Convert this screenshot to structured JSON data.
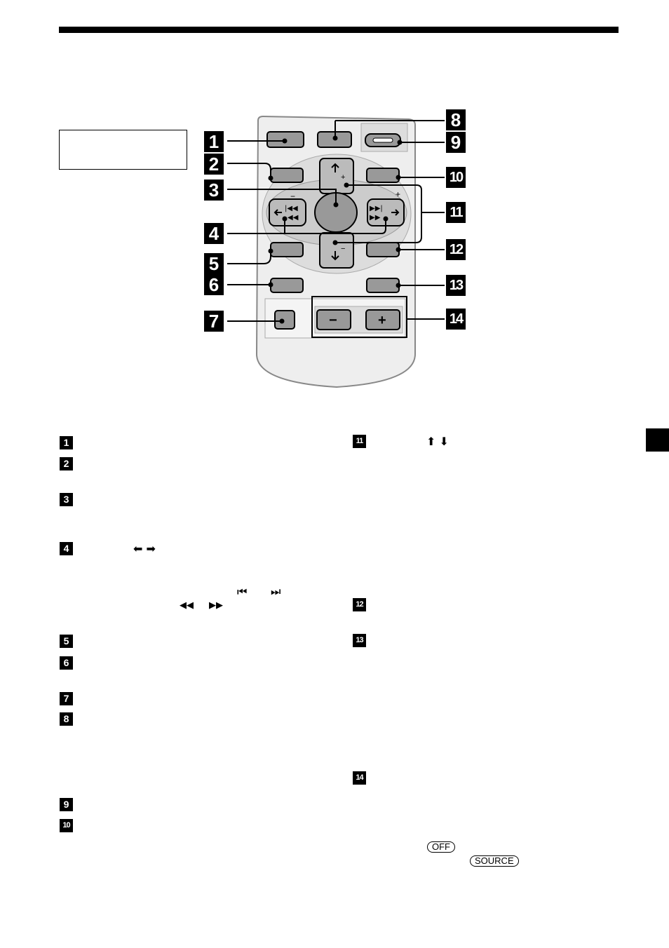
{
  "callouts": [
    "1",
    "2",
    "3",
    "4",
    "5",
    "6",
    "7",
    "8",
    "9",
    "10",
    "11",
    "12",
    "13",
    "14"
  ],
  "list_markers": {
    "left": [
      "1",
      "2",
      "3",
      "4",
      "5",
      "6",
      "7",
      "8",
      "9",
      "10"
    ],
    "right": [
      "11",
      "12",
      "13",
      "14"
    ]
  },
  "remote": {
    "minus_label": "−",
    "plus_label": "+",
    "vol_minus": "−",
    "vol_plus": "+"
  },
  "symbols": {
    "left_right_arrows": "⬅ ➡",
    "up_down_arrows": "⬆ ⬇",
    "skip_prev": "⏮",
    "skip_next": "⏭",
    "rewind": "◀◀",
    "fast_forward": "▶▶"
  },
  "buttons": {
    "off": "OFF",
    "source": "SOURCE"
  }
}
